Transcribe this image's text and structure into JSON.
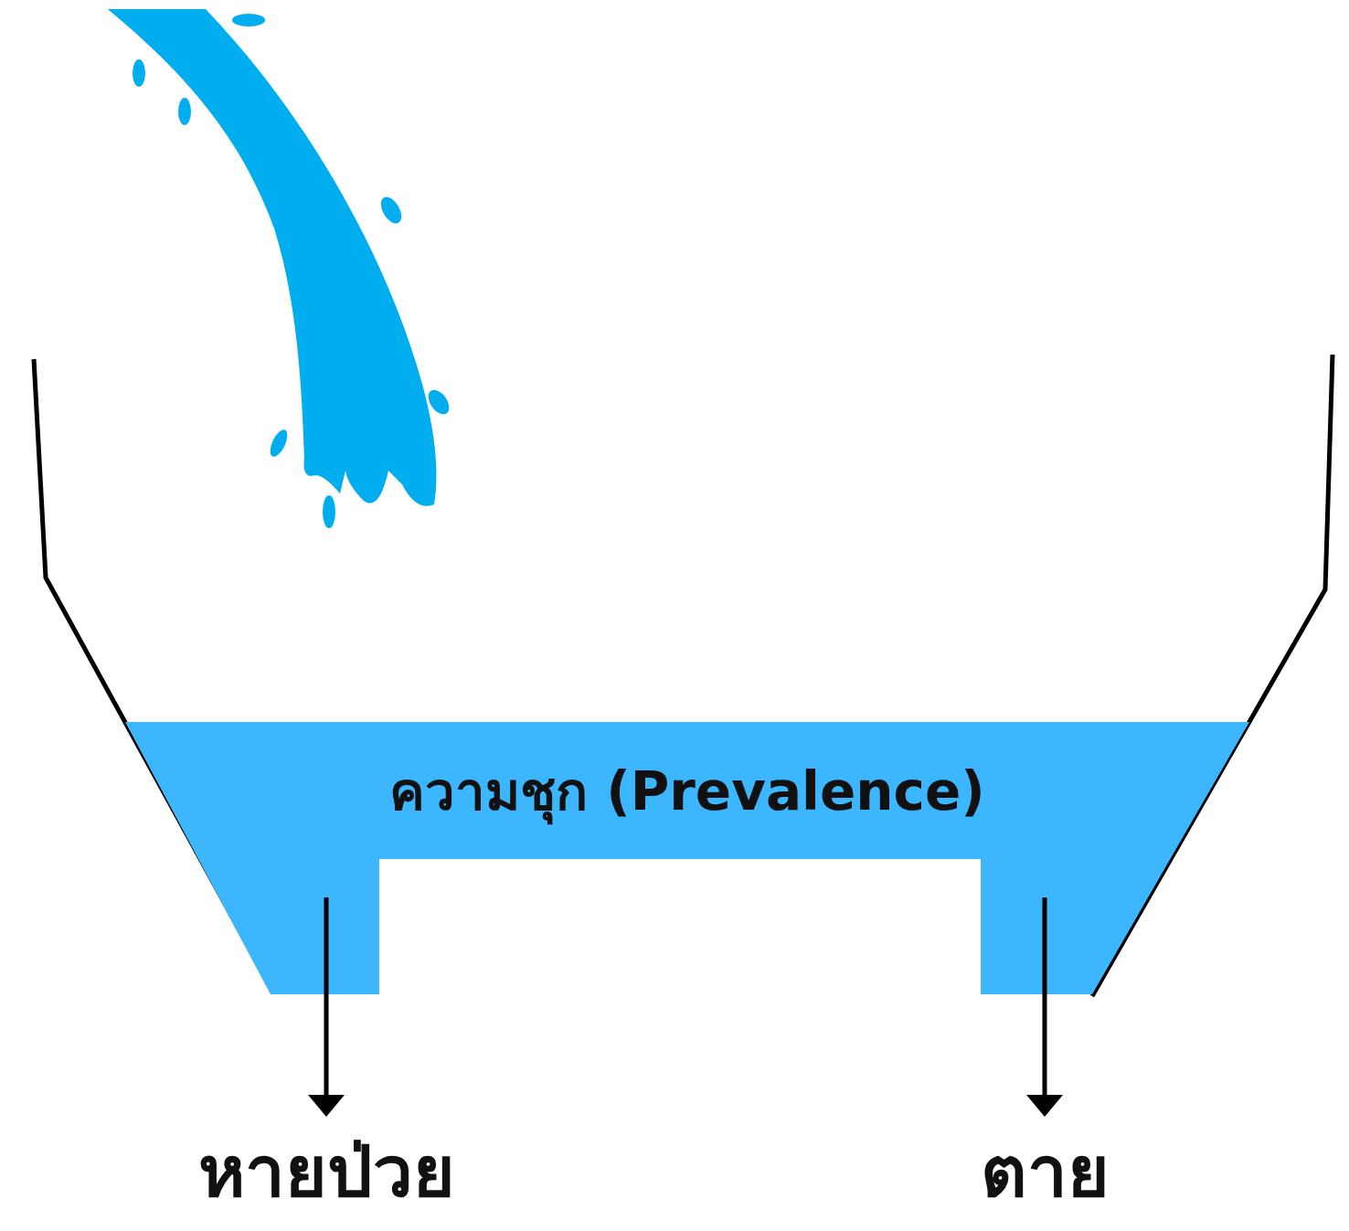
{
  "diagram": {
    "nodes": [
      {
        "text": [
          "ความชุก (Prevalence)"
        ]
      }
    ],
    "labels": [
      "หายป่วย",
      "ตาย"
    ]
  }
}
